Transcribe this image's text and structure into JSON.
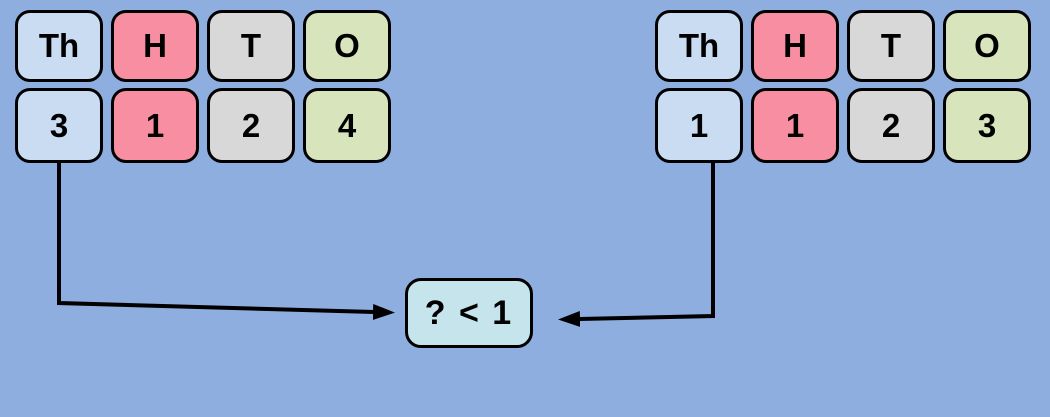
{
  "columns": [
    "Th",
    "H",
    "T",
    "O"
  ],
  "left_table": {
    "digits": [
      "3",
      "1",
      "2",
      "4"
    ]
  },
  "right_table": {
    "digits": [
      "1",
      "1",
      "2",
      "3"
    ]
  },
  "result_box": {
    "label": "? < 1"
  },
  "colors": {
    "background": "#8DAEDF",
    "thousands_cell": "#C9DCF2",
    "hundreds_cell": "#F88EA1",
    "tens_cell": "#D8D8D8",
    "ones_cell": "#D7E4BC",
    "result_box": "#C6E4EC",
    "cell_border": "#000000",
    "arrow": "#000000",
    "text": "#000000"
  }
}
